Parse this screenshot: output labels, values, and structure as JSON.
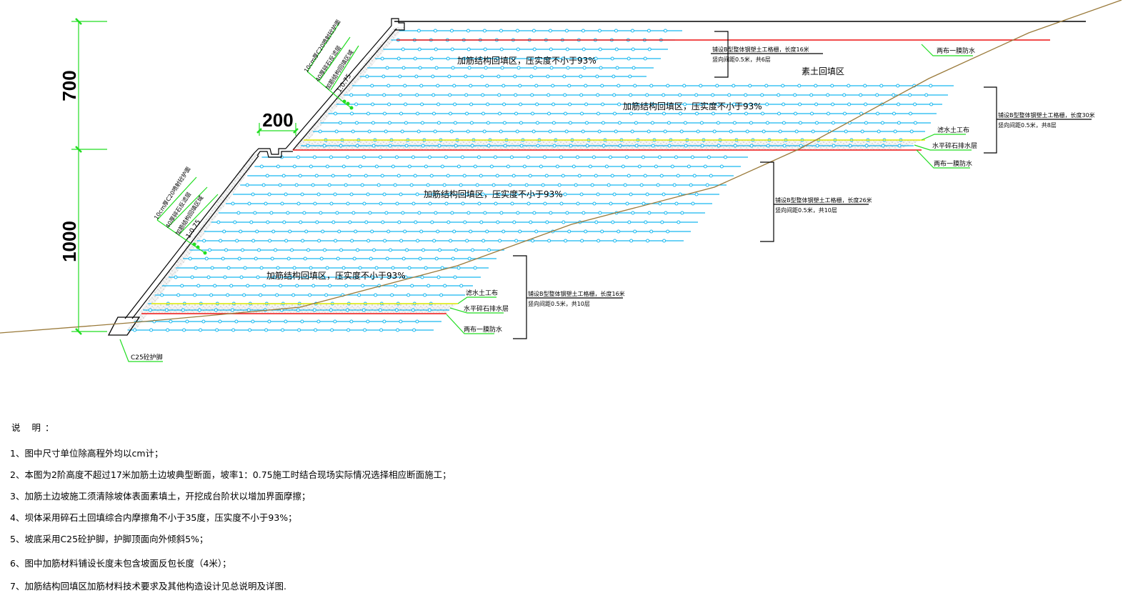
{
  "title": "加筋土边坡典型断面",
  "dimensions": {
    "upper_height": "700",
    "lower_height": "1000",
    "berm_width": "200"
  },
  "slope_labels": {
    "upper": [
      "10cm厚C20喷射砼护面",
      "40厚碎石反滤层",
      "加筋结构回填区域",
      "1:0.75"
    ],
    "lower": [
      "10cm厚C20喷射砼护面",
      "40厚碎石反滤层",
      "加筋结构回填区域",
      "1:0.75"
    ]
  },
  "zones": {
    "top_fill": "加筋结构回填区，压实度不小于93%",
    "upper_fill": "加筋结构回填区，压实度不小于93%",
    "middle_fill": "加筋结构回填区，压实度不小于93%",
    "lower_fill": "加筋结构回填区，压实度不小于93%",
    "plain_fill": "素土回填区"
  },
  "grid_notes": {
    "tier1": {
      "line1": "铺设B型整体钢塑土工格栅，长度16米",
      "line2": "竖向间距0.5米，共6层"
    },
    "tier2": {
      "line1": "铺设B型整体钢塑土工格栅，长度30米",
      "line2": "竖向间距0.5米，共8层"
    },
    "tier3": {
      "line1": "铺设B型整体钢塑土工格栅，长度26米",
      "line2": "竖向间距0.5米，共10层"
    },
    "tier4": {
      "line1": "铺设B型整体钢塑土工格栅，长度16米",
      "line2": "竖向间距0.5米，共10层"
    }
  },
  "layer_labels": {
    "filter_cloth": "滤水土工布",
    "gravel_drain": "水平碎石排水层",
    "waterproof": "两布一膜防水"
  },
  "toe_label": "C25砼护脚",
  "notes": {
    "title": "说 明：",
    "items": [
      "1、图中尺寸单位除高程外均以cm计；",
      "2、本图为2阶高度不超过17米加筋土边坡典型断面，坡率1：0.75施工时结合现场实际情况选择相应断面施工；",
      "3、加筋土边坡施工须清除坡体表面素填土，开挖成台阶状以增加界面摩擦；",
      "4、坝体采用碎石土回填综合内摩擦角不小于35度，压实度不小于93%；",
      "5、坡底采用C25砼护脚，护脚顶面向外倾斜5%；",
      "6、图中加筋材料铺设长度未包含坡面反包长度（4米）；",
      "7、加筋结构回填区加筋材料技术要求及其他构造设计见总说明及详图."
    ]
  },
  "colors": {
    "geogrid": "#18b8f0",
    "dimension": "#22dd22",
    "waterproof": "#ee1111",
    "filter": "#eeee00",
    "ground": "#9a7a3a",
    "outline": "#000000"
  }
}
